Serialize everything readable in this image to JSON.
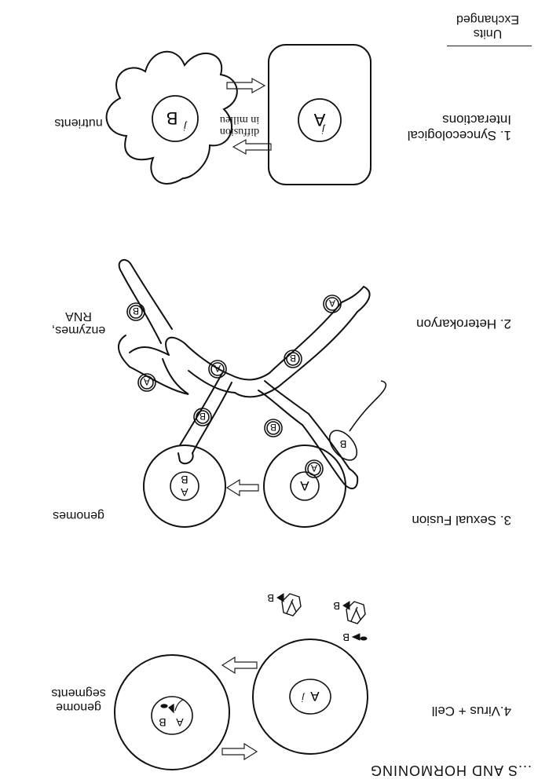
{
  "header": {
    "partial_title": "...S AND HORMONING"
  },
  "units_header": {
    "line1": "Units",
    "line2": "Exchanged"
  },
  "rows": [
    {
      "label": "1. Syncecological\nInteractions",
      "units": "nutrients",
      "note": "diffusion\nin milieu",
      "nucleus_a": "A",
      "nucleus_b": "B"
    },
    {
      "label": "2. Heterokaryon",
      "units": "enzymes,\nRNA",
      "nuclei": [
        "A",
        "B"
      ]
    },
    {
      "label": "3. Sexual Fusion",
      "units": "genomes",
      "nucleus_a": "A",
      "gamete": "B",
      "result_top": "A",
      "result_bottom": "B"
    },
    {
      "label": "4.Virus + Cell",
      "units": "genome\nsegments",
      "nucleus_a": "A",
      "virus_label": "B"
    }
  ]
}
